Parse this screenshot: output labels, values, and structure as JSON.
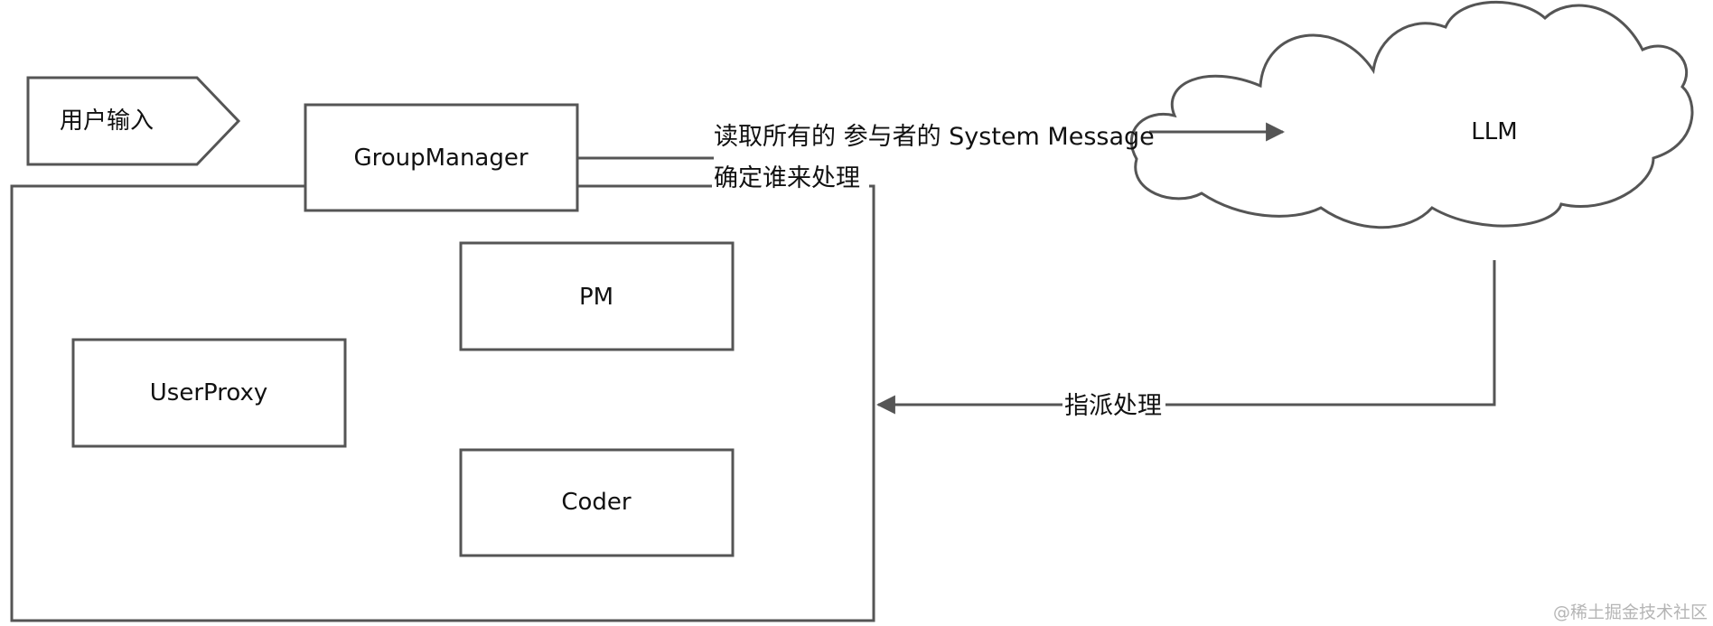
{
  "diagram": {
    "user_input": "用户输入",
    "group_manager": "GroupManager",
    "pm": "PM",
    "user_proxy": "UserProxy",
    "coder": "Coder",
    "llm": "LLM",
    "request_label_line1": "读取所有的 参与者的 System Message",
    "request_label_line2": "确定谁来处理",
    "response_label": "指派处理"
  },
  "watermark": "@稀土掘金技术社区",
  "colors": {
    "stroke": "#555555",
    "text": "#111111",
    "watermark": "#b5b5b5"
  }
}
